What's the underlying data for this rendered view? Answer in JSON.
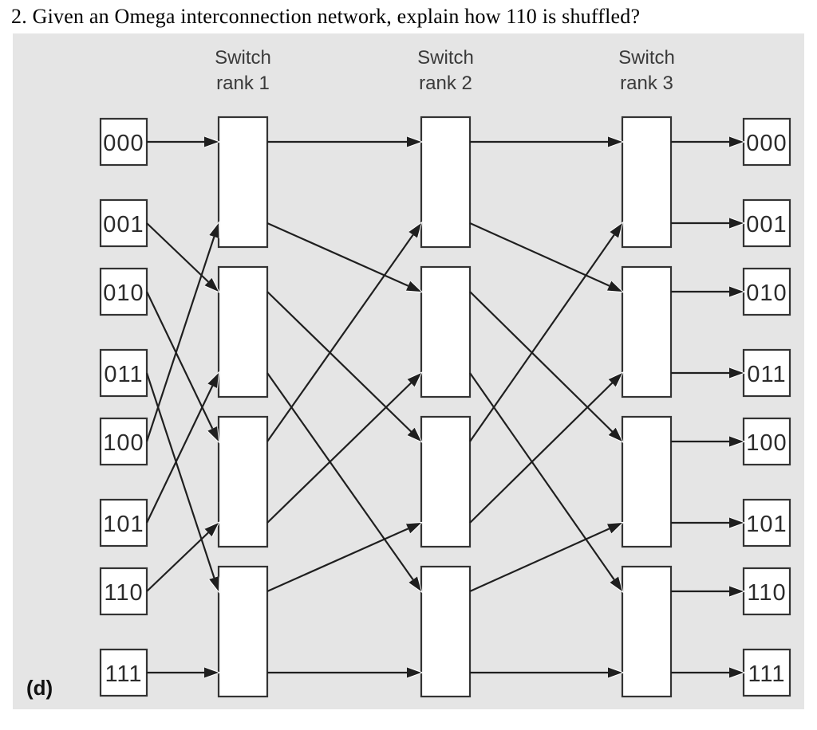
{
  "title": "2. Given an Omega interconnection network, explain how 110 is shuffled?",
  "figure_label": "(d)",
  "network": {
    "rank_labels": [
      {
        "line1": "Switch",
        "line2": "rank 1"
      },
      {
        "line1": "Switch",
        "line2": "rank 2"
      },
      {
        "line1": "Switch",
        "line2": "rank 3"
      }
    ],
    "input_labels": [
      "000",
      "001",
      "010",
      "011",
      "100",
      "101",
      "110",
      "111"
    ],
    "output_labels": [
      "000",
      "001",
      "010",
      "011",
      "100",
      "101",
      "110",
      "111"
    ],
    "shuffle_map": [
      0,
      2,
      4,
      6,
      1,
      3,
      5,
      7
    ],
    "switches_per_rank": 4,
    "num_ranks": 3
  },
  "colors": {
    "panel_background": "#e5e5e5",
    "line": "#1f1f1f",
    "box_border": "#333333",
    "box_fill": "#ffffff",
    "rank_label_text": "#3a3a3a",
    "box_label_text": "#2b2b2b",
    "arrow_halo": "#ffffff"
  }
}
